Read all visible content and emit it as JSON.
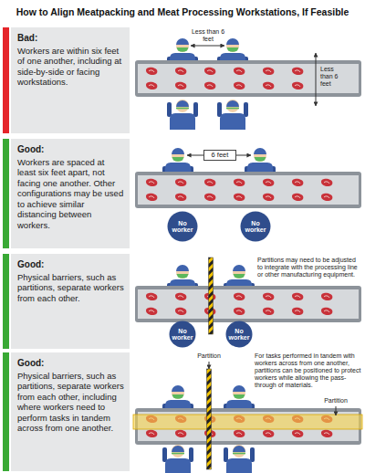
{
  "diagram": {
    "title": "How to Align Meatpacking and Meat Processing Workstations, If Feasible",
    "nodes": [
      {
        "text": [
          "Bad:",
          "Workers are within six feet of one another, including at side-by-side or facing workstations."
        ]
      },
      {
        "text": [
          "Good:",
          "Workers are spaced at least six feet apart, not facing one another. Other configurations may be used to achieve similar distancing between workers."
        ]
      },
      {
        "text": [
          "No worker"
        ]
      },
      {
        "text": [
          "No worker"
        ]
      },
      {
        "text": [
          "Good:",
          "Physical barriers, such as partitions, separate workers from each other."
        ]
      },
      {
        "text": [
          "No worker"
        ]
      },
      {
        "text": [
          "No worker"
        ]
      },
      {
        "text": [
          "Good:",
          "Physical barriers, such as partitions, separate workers from each other, including where workers need to perform tasks in tandem across from one another."
        ]
      }
    ],
    "labels": [
      "Less than 6 feet",
      "Less than 6 feet",
      "6 feet",
      "Partitions may need to be adjusted to integrate with the processing line or other manufacturing equipment.",
      "Partition",
      "For tasks performed in tandem with workers across from one another, partitions can be positioned to protect workers while allowing the pass-through of materials.",
      "Partition"
    ]
  }
}
